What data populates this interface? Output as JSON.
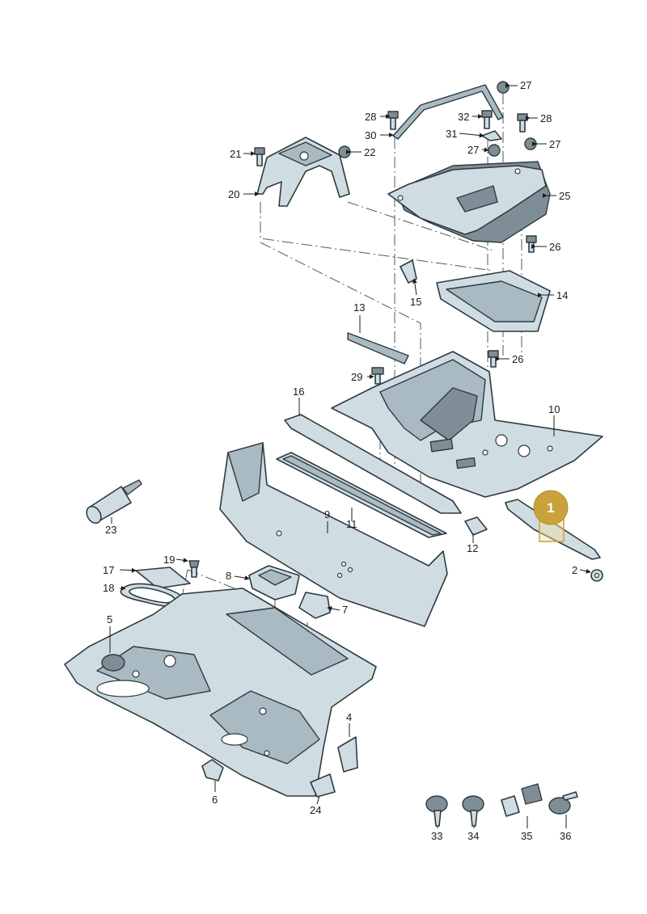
{
  "diagram": {
    "highlight": {
      "label": "1",
      "color": "#c9a23c"
    },
    "labels": {
      "p2": "2",
      "p4": "4",
      "p5": "5",
      "p6": "6",
      "p8": "8",
      "p7": "7",
      "p9": "9",
      "p10": "10",
      "p11": "11",
      "p12": "12",
      "p13": "13",
      "p14": "14",
      "p15": "15",
      "p16": "16",
      "p17": "17",
      "p18": "18",
      "p19": "19",
      "p20": "20",
      "p21": "21",
      "p22": "22",
      "p23": "23",
      "p24": "24",
      "p25": "25",
      "p26a": "26",
      "p26b": "26",
      "p27a": "27",
      "p27b": "27",
      "p27c": "27",
      "p28a": "28",
      "p28b": "28",
      "p29": "29",
      "p30": "30",
      "p31": "31",
      "p32": "32",
      "p33": "33",
      "p34": "34",
      "p35": "35",
      "p36": "36"
    }
  }
}
